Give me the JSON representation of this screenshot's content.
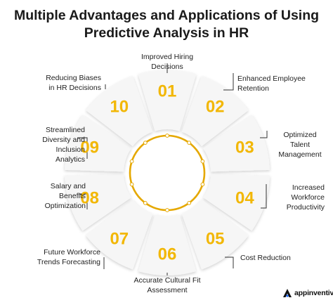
{
  "title": {
    "line1": "Multiple Advantages and Applications of Using",
    "line2": "Predictive Analysis in HR"
  },
  "segments": [
    {
      "number": "01",
      "label_lines": [
        "Improved Hiring",
        "Decisions"
      ]
    },
    {
      "number": "02",
      "label_lines": [
        "Enhanced Employee",
        "Retention"
      ]
    },
    {
      "number": "03",
      "label_lines": [
        "Optimized",
        "Talent",
        "Management"
      ]
    },
    {
      "number": "04",
      "label_lines": [
        "Increased",
        "Workforce",
        "Productivity"
      ]
    },
    {
      "number": "05",
      "label_lines": [
        "Cost Reduction"
      ]
    },
    {
      "number": "06",
      "label_lines": [
        "Accurate Cultural Fit",
        "Assessment"
      ]
    },
    {
      "number": "07",
      "label_lines": [
        "Future Workforce",
        "Trends Forecasting"
      ]
    },
    {
      "number": "08",
      "label_lines": [
        "Salary and",
        "Benefits",
        "Optimization"
      ]
    },
    {
      "number": "09",
      "label_lines": [
        "Streamlined",
        "Diversity and",
        "Inclusion",
        "Analytics"
      ]
    },
    {
      "number": "10",
      "label_lines": [
        "Reducing Biases",
        "in HR Decisions"
      ]
    }
  ],
  "brand": {
    "name": "appinventiv"
  },
  "colors": {
    "number": "#F2B705",
    "ring": "#E5A800",
    "segment": "#F6F6F6",
    "leader": "#333333"
  }
}
